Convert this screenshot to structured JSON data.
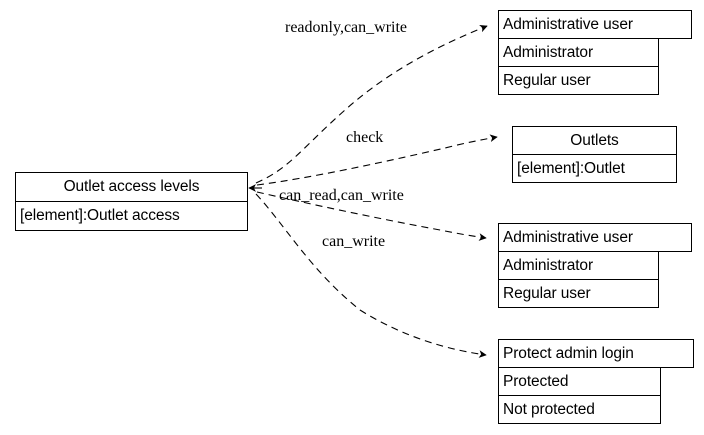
{
  "diagram": {
    "type": "state-transition-graph",
    "background_color": "#ffffff",
    "stroke_color": "#000000",
    "edge_style": "dashed",
    "source_node": {
      "title": "Outlet access levels",
      "subtitle": "[element]:Outlet access"
    },
    "edges": [
      {
        "label": "readonly,can_write",
        "target": "administrative-user-top"
      },
      {
        "label": "check",
        "target": "outlets"
      },
      {
        "label": "can_read,can_write",
        "target": "administrative-user-middle"
      },
      {
        "label": "can_write",
        "target": "protect-admin-login"
      }
    ],
    "targets": [
      {
        "id": "administrative-user-top",
        "header": "Administrative user",
        "rows": [
          "Administrator",
          "Regular user"
        ]
      },
      {
        "id": "outlets",
        "header": "Outlets",
        "rows": [
          "[element]:Outlet"
        ]
      },
      {
        "id": "administrative-user-middle",
        "header": "Administrative user",
        "rows": [
          "Administrator",
          "Regular user"
        ]
      },
      {
        "id": "protect-admin-login",
        "header": "Protect admin login",
        "rows": [
          "Protected",
          "Not protected"
        ]
      }
    ]
  }
}
